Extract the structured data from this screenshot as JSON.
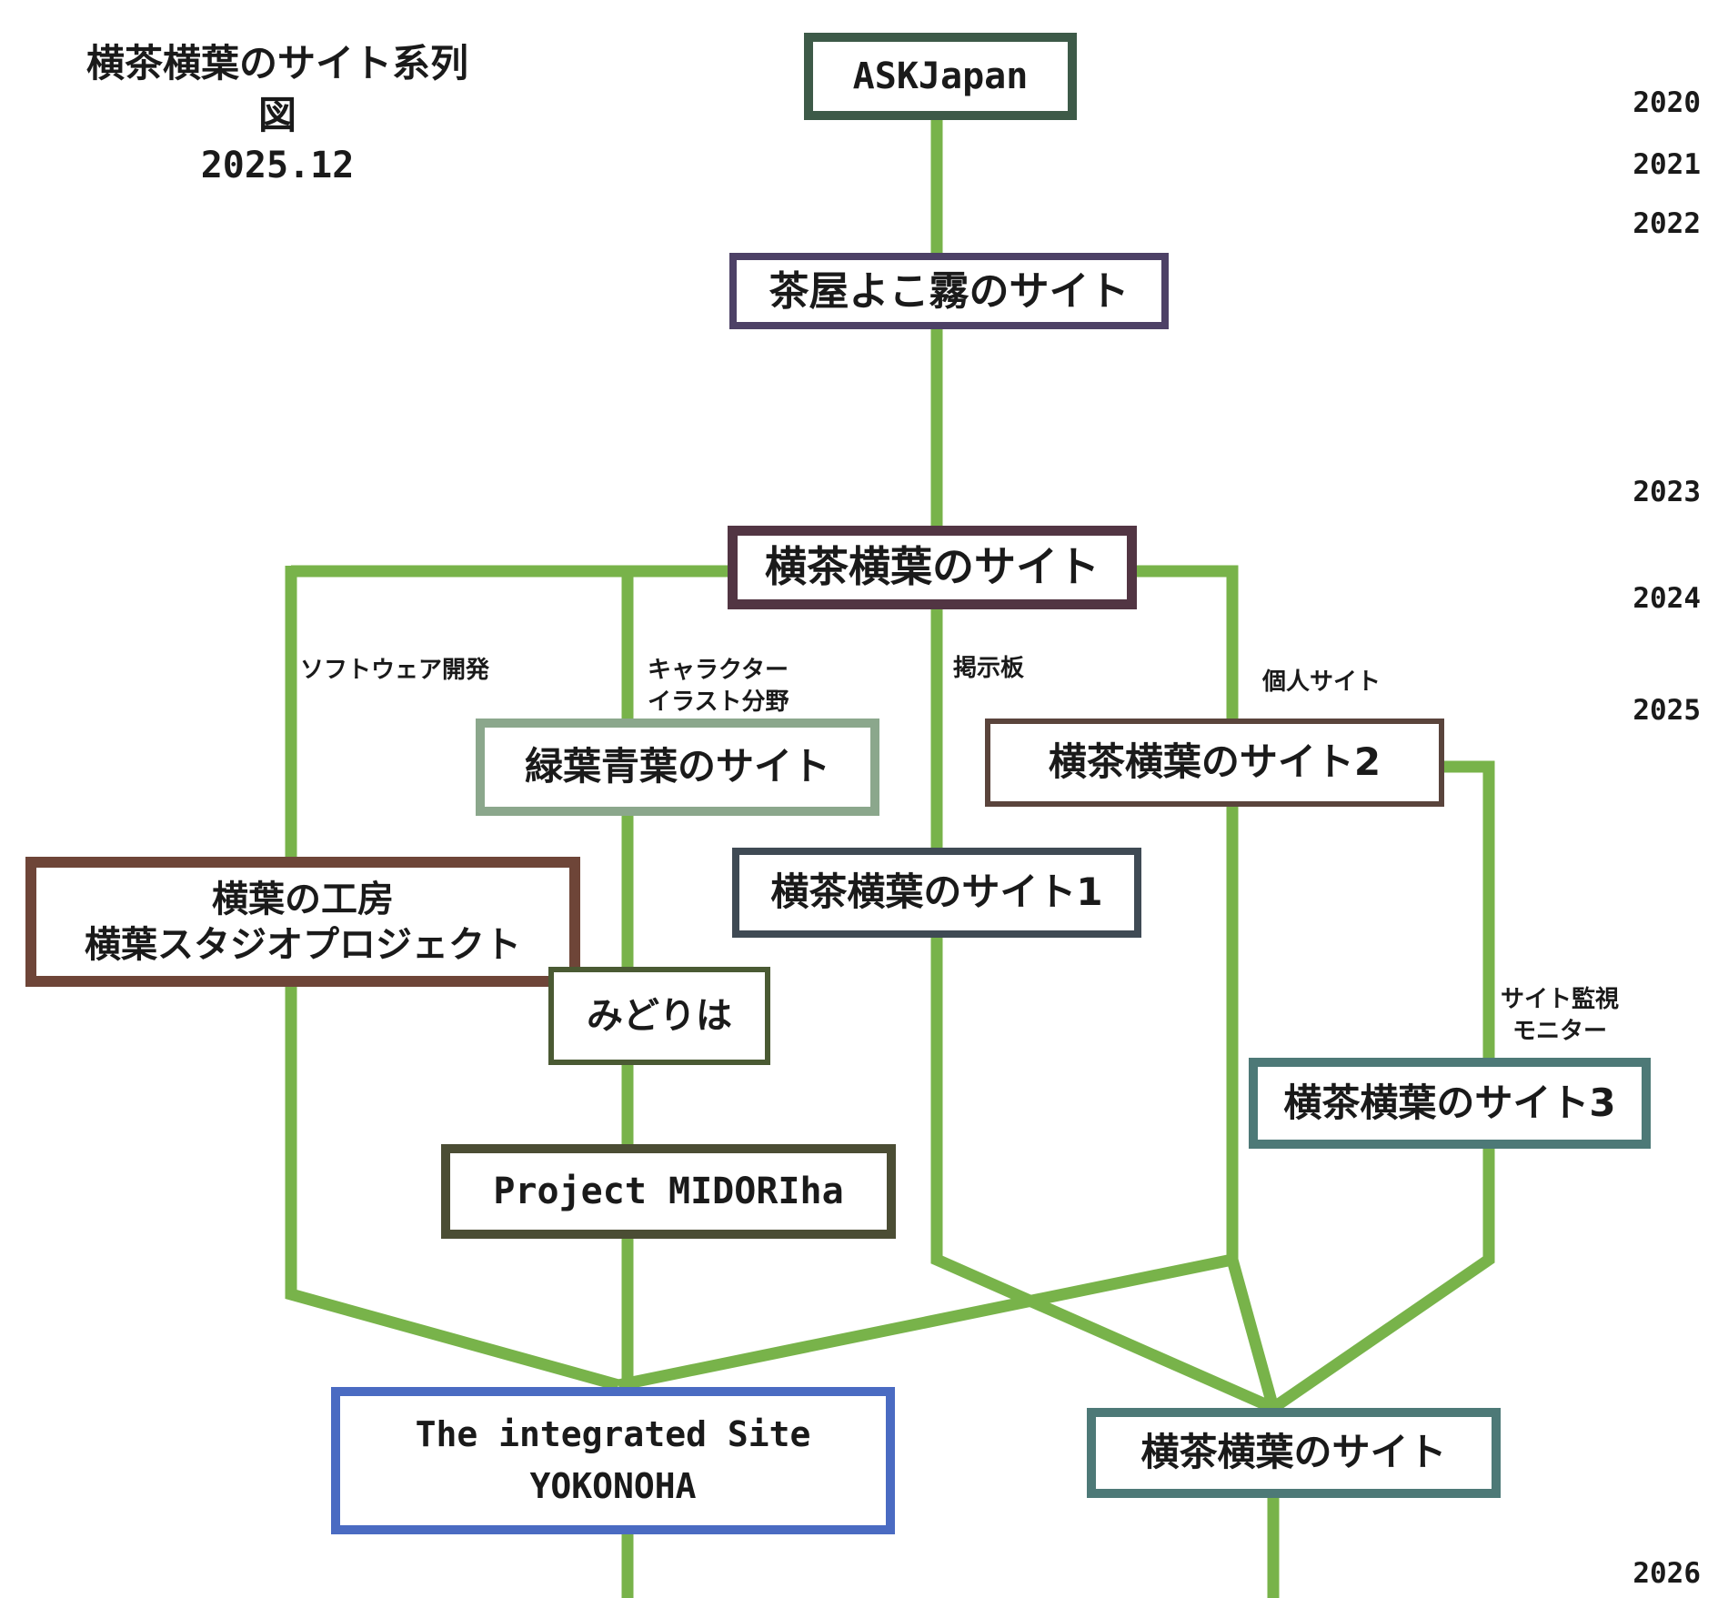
{
  "title": {
    "line1": "横茶横葉のサイト系列図",
    "line2": "2025.12"
  },
  "nodes": {
    "askjapan": {
      "label": "ASKJapan"
    },
    "chaya": {
      "label": "茶屋よこ霧のサイト"
    },
    "yokocha_main": {
      "label": "横茶横葉のサイト"
    },
    "ryokuyo": {
      "label": "緑葉青葉のサイト"
    },
    "yokocha2": {
      "label": "横茶横葉のサイト2"
    },
    "kobo": {
      "label1": "横葉の工房",
      "label2": "横葉スタジオプロジェクト"
    },
    "yokocha1": {
      "label": "横茶横葉のサイト1"
    },
    "midoriha": {
      "label": "みどりは"
    },
    "yokocha3": {
      "label": "横茶横葉のサイト3"
    },
    "project_midoriha": {
      "label": "Project MIDORIha"
    },
    "yokonoha": {
      "label1": "The integrated Site",
      "label2": "YOKONOHA"
    },
    "yokocha_new": {
      "label": "横茶横葉のサイト"
    }
  },
  "branch_labels": {
    "software": "ソフトウェア開発",
    "character_line1": "キャラクター",
    "character_line2": "イラスト分野",
    "bbs": "掲示板",
    "personal_site": "個人サイト",
    "monitor_line1": "サイト監視",
    "monitor_line2": "モニター"
  },
  "years": [
    "2020",
    "2021",
    "2022",
    "2023",
    "2024",
    "2025",
    "2026"
  ],
  "colors": {
    "line_green": "#78b34a",
    "border_askjapan": "#3d5a48",
    "border_chaya": "#4d4166",
    "border_main": "#523543",
    "border_ryokuyo": "#8ba78c",
    "border_site2": "#5a443c",
    "border_kobo": "#6e4538",
    "border_site1": "#3f4a54",
    "border_midoriha": "#4a5a33",
    "border_site3": "#4d7977",
    "border_project": "#4b4d34",
    "border_yokonoha": "#4a6bc2",
    "border_newsite": "#4d7977",
    "text": "#1a1a1a"
  }
}
